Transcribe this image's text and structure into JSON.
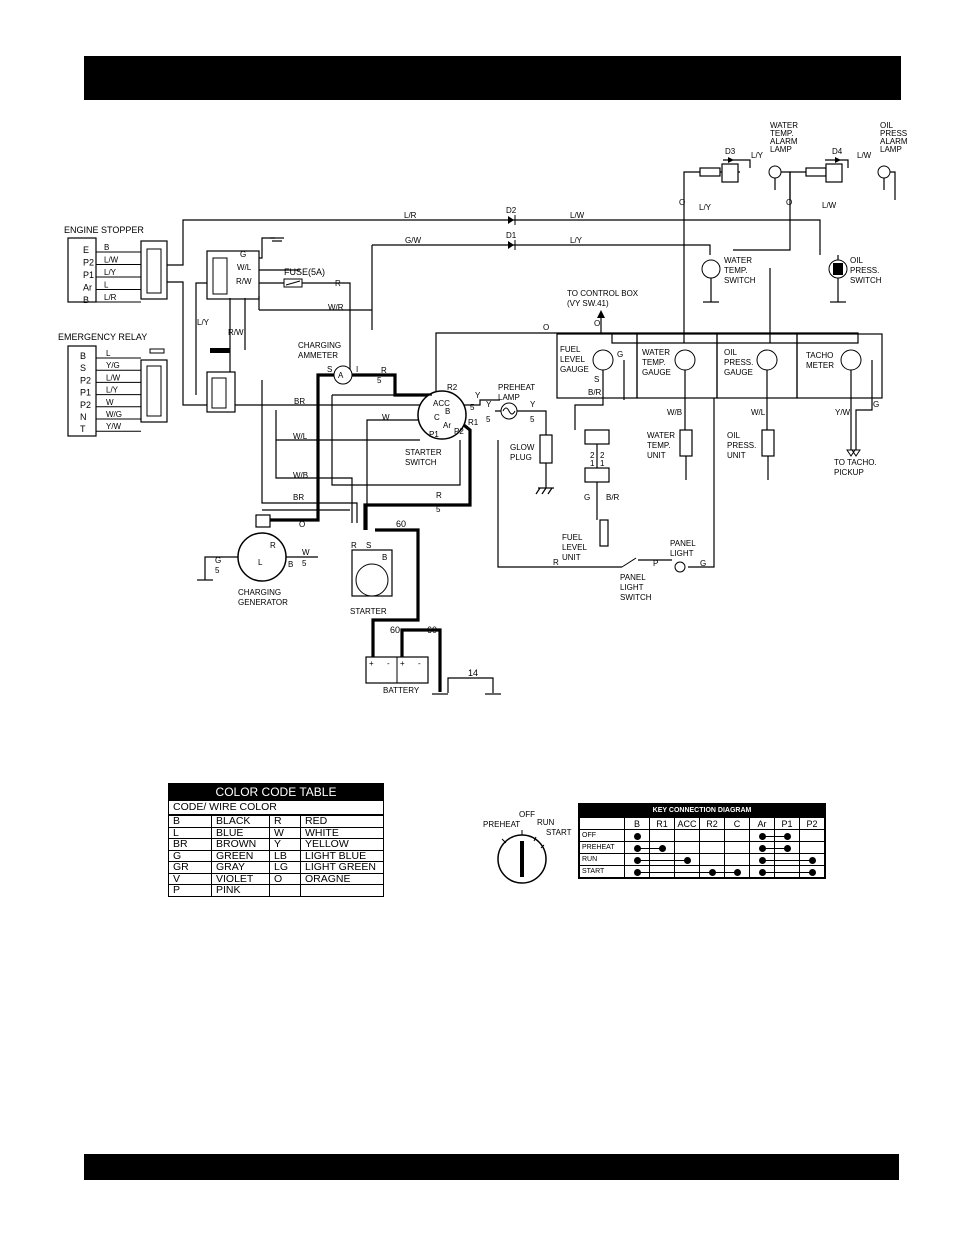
{
  "components": {
    "engine_stopper": "ENGINE STOPPER",
    "emergency_relay": "EMERGENCY RELAY",
    "fuse": "FUSE(5A)",
    "charging_ammeter": [
      "CHARGING",
      "AMMETER"
    ],
    "starter_switch": [
      "STARTER",
      "SWITCH"
    ],
    "preheat_lamp": [
      "PREHEAT",
      "LAMP"
    ],
    "glow_plug": [
      "GLOW",
      "PLUG"
    ],
    "to_control_box": [
      "TO CONTROL BOX",
      "(VY SW.41)"
    ],
    "fuel_level_gauge": [
      "FUEL",
      "LEVEL",
      "GAUGE"
    ],
    "water_temp_gauge": [
      "WATER",
      "TEMP.",
      "GAUGE"
    ],
    "oil_press_gauge": [
      "OIL",
      "PRESS.",
      "GAUGE"
    ],
    "tacho_meter": [
      "TACHO",
      "METER"
    ],
    "water_temp_unit": [
      "WATER",
      "TEMP.",
      "UNIT"
    ],
    "oil_press_unit": [
      "OIL",
      "PRESS.",
      "UNIT"
    ],
    "to_tacho_pickup": [
      "TO TACHO.",
      "PICKUP"
    ],
    "fuel_level_unit": [
      "FUEL",
      "LEVEL",
      "UNIT"
    ],
    "panel_light": [
      "PANEL",
      "LIGHT"
    ],
    "panel_light_switch": [
      "PANEL",
      "LIGHT",
      "SWITCH"
    ],
    "charging_generator": [
      "CHARGING",
      "GENERATOR"
    ],
    "starter": "STARTER",
    "battery": "BATTERY",
    "water_temp_alarm_lamp": [
      "WATER",
      "TEMP.",
      "ALARM",
      "LAMP"
    ],
    "oil_press_alarm_lamp": [
      "OIL",
      "PRESS",
      "ALARM",
      "LAMP"
    ],
    "water_temp_switch": [
      "WATER",
      "TEMP.",
      "SWITCH"
    ],
    "oil_press_switch": [
      "OIL",
      "PRESS.",
      "SWITCH"
    ]
  },
  "engine_stopper_pins": [
    {
      "pin": "E",
      "wire": "B"
    },
    {
      "pin": "P2",
      "wire": "L/W"
    },
    {
      "pin": "P1",
      "wire": "L/Y"
    },
    {
      "pin": "Ar",
      "wire": "L"
    },
    {
      "pin": "B",
      "wire": "L/R"
    }
  ],
  "emergency_relay_pins": [
    {
      "pin": "B",
      "wire": "L"
    },
    {
      "pin": "S",
      "wire": "Y/G"
    },
    {
      "pin": "P2",
      "wire": "L/W"
    },
    {
      "pin": "P1",
      "wire": "L/Y"
    },
    {
      "pin": "P2",
      "wire": "W"
    },
    {
      "pin": "N",
      "wire": "W/G"
    },
    {
      "pin": "T",
      "wire": "Y/W"
    }
  ],
  "wire_labels": {
    "lr": "L/R",
    "lw": "L/W",
    "gw": "G/W",
    "ly": "L/Y",
    "d1": "D1",
    "d2": "D2",
    "d3": "D3",
    "d4": "D4",
    "g": "G",
    "wl": "W/L",
    "rw": "R/W",
    "r": "R",
    "wr": "W/R",
    "o": "O",
    "br": "BR",
    "wb": "W/B",
    "w": "W",
    "five": "5",
    "sixty": "60",
    "fourteen": "14",
    "y": "Y",
    "br_slash": "B/R",
    "p": "P",
    "yw": "Y/W",
    "s": "S",
    "i": "I",
    "b": "B",
    "r1": "R1",
    "r2": "R2",
    "acc": "ACC",
    "c": "C",
    "ar": "Ar",
    "p1": "P1",
    "p2": "P2",
    "l": "L",
    "one": "1",
    "two": "2",
    "plus": "+",
    "minus": "-"
  },
  "color_code_table": {
    "title": "COLOR CODE TABLE",
    "header": "CODE/ WIRE COLOR",
    "rows": [
      [
        "B",
        "BLACK",
        "R",
        "RED"
      ],
      [
        "L",
        "BLUE",
        "W",
        "WHITE"
      ],
      [
        "BR",
        "BROWN",
        "Y",
        "YELLOW"
      ],
      [
        "G",
        "GREEN",
        "LB",
        "LIGHT BLUE"
      ],
      [
        "GR",
        "GRAY",
        "LG",
        "LIGHT GREEN"
      ],
      [
        "V",
        "VIOLET",
        "O",
        "ORAGNE"
      ],
      [
        "P",
        "PINK",
        "",
        ""
      ]
    ]
  },
  "key_switch": {
    "positions": [
      "PREHEAT",
      "OFF",
      "RUN",
      "START"
    ]
  },
  "key_connection_diagram": {
    "title": "KEY CONNECTION DIAGRAM",
    "columns": [
      "B",
      "R1",
      "ACC",
      "R2",
      "C",
      "Ar",
      "P1",
      "P2"
    ],
    "rows": [
      {
        "label": "OFF",
        "dots": [
          1,
          0,
          0,
          0,
          0,
          1,
          1,
          0
        ],
        "links": [
          [
            5,
            6
          ]
        ]
      },
      {
        "label": "PREHEAT",
        "dots": [
          1,
          1,
          0,
          0,
          0,
          1,
          1,
          0
        ],
        "links": [
          [
            0,
            1
          ],
          [
            5,
            6
          ]
        ]
      },
      {
        "label": "RUN",
        "dots": [
          1,
          0,
          1,
          0,
          0,
          1,
          0,
          1
        ],
        "links": [
          [
            0,
            2
          ],
          [
            5,
            7
          ]
        ]
      },
      {
        "label": "START",
        "dots": [
          1,
          0,
          0,
          1,
          1,
          1,
          0,
          1
        ],
        "links": [
          [
            0,
            4
          ],
          [
            5,
            7
          ]
        ]
      }
    ]
  }
}
